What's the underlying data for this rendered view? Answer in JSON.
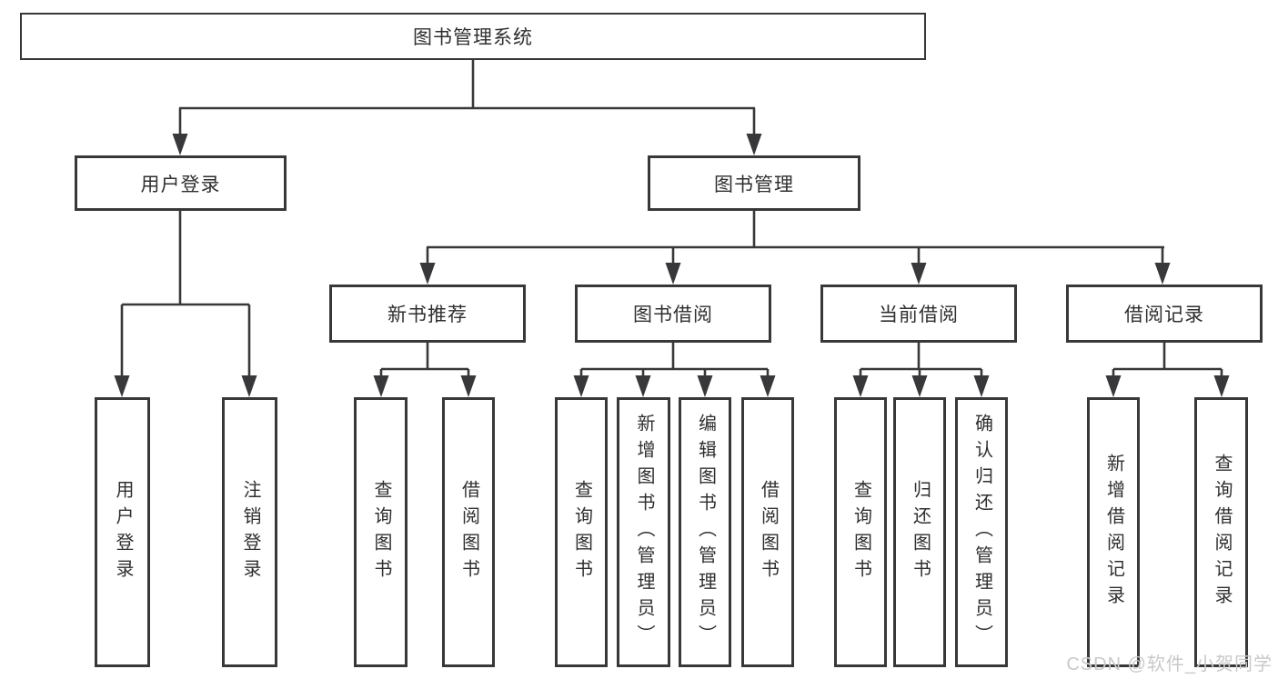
{
  "nodes": {
    "root": {
      "label": "图书管理系统"
    },
    "user_login": {
      "label": "用户登录"
    },
    "book_management": {
      "label": "图书管理"
    },
    "new_book_recommend": {
      "label": "新书推荐"
    },
    "book_borrow": {
      "label": "图书借阅"
    },
    "current_borrow": {
      "label": "当前借阅"
    },
    "borrow_records": {
      "label": "借阅记录"
    },
    "leaves": {
      "user_login": [
        "用户登录",
        "注销登录"
      ],
      "new_book_recommend": [
        "查询图书",
        "借阅图书"
      ],
      "book_borrow": [
        "查询图书",
        "新增图书（管理员）",
        "编辑图书（管理员）",
        "借阅图书"
      ],
      "current_borrow": [
        "查询图书",
        "归还图书",
        "确认归还（管理员）"
      ],
      "borrow_records": [
        "新增借阅记录",
        "查询借阅记录"
      ]
    }
  },
  "watermark": "CSDN @软件_小贺同学",
  "colors": {
    "line": "#38383a",
    "box_border": "#38383a",
    "text": "#2f2f31",
    "watermark": "#c9c9c9",
    "background": "#ffffff"
  }
}
